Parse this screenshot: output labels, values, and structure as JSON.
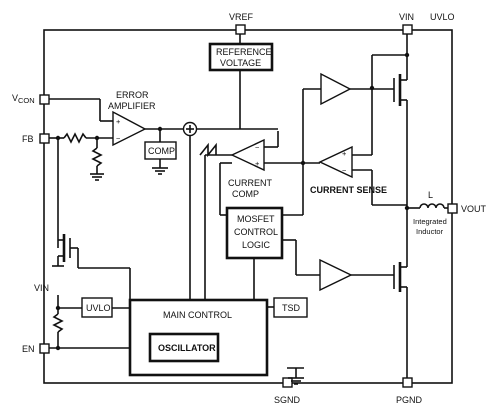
{
  "pins": {
    "vref": "VREF",
    "vin_top": "VIN",
    "uvlo_top": "UVLO",
    "vcon_main": "V",
    "vcon_sub": "CON",
    "fb": "FB",
    "vout": "VOUT",
    "vin_left": "VIN",
    "en": "EN",
    "sgnd": "SGND",
    "pgnd": "PGND"
  },
  "blocks": {
    "reference_line1": "REFERENCE",
    "reference_line2": "VOLTAGE",
    "comp": "COMP",
    "mosfet_line1": "MOSFET",
    "mosfet_line2": "CONTROL",
    "mosfet_line3": "LOGIC",
    "uvlo": "UVLO",
    "main_control": "MAIN CONTROL",
    "oscillator": "OSCILLATOR",
    "tsd": "TSD"
  },
  "labels": {
    "error_amp_line1": "ERROR",
    "error_amp_line2": "AMPLIFIER",
    "current_comp_line1": "CURRENT",
    "current_comp_line2": "COMP",
    "current_sense": "CURRENT SENSE",
    "inductor": "L",
    "integrated_line1": "Integrated",
    "integrated_line2": "Inductor",
    "plus": "+",
    "minus": "−"
  }
}
